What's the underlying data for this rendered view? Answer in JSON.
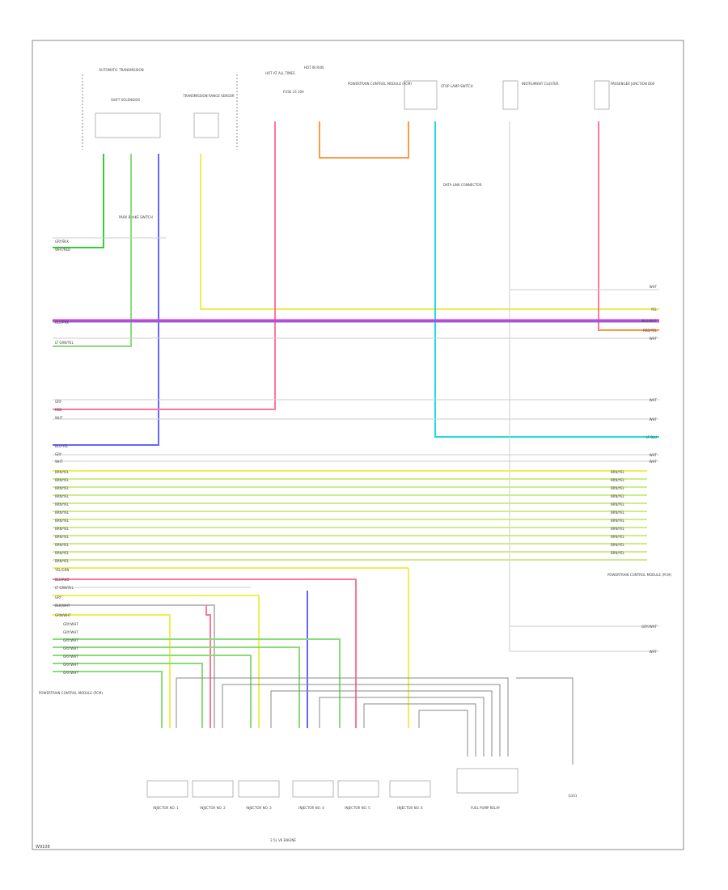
{
  "page_id": "W9108",
  "colors": {
    "frame": "#888888",
    "text": "#444444",
    "green": "#33cc33",
    "light_green": "#88dd77",
    "blue": "#6666ff",
    "yellow": "#eeee55",
    "pink": "#ff7799",
    "orange": "#ff9944",
    "cyan": "#22dddd",
    "purple": "#cc44cc",
    "grey": "#cccccc",
    "yellow_green": "#ccee88"
  },
  "top_components": {
    "automatic_transmission": "AUTOMATIC TRANSMISSION",
    "shift_solenoid_a": "SHIFT SOLENOIDS",
    "range_sensor": "TRANSMISSION RANGE SENSOR",
    "hot_at_all_times": "HOT AT ALL TIMES",
    "hot_in_run": "HOT IN RUN",
    "fuse_block": "FUSE 23 10A",
    "powertrain_control": "POWERTRAIN CONTROL MODULE (PCM)",
    "stop_lamp_switch": "STOP LAMP SWITCH",
    "instrument_cluster": "INSTRUMENT CLUSTER",
    "passenger_junction": "PASSENGER JUNCTION BOX",
    "data_link": "DATA LINK CONNECTOR",
    "park_brake": "PARK BRAKE SWITCH"
  },
  "left_wire_labels": [
    "GRY/BLK",
    "WHT/RED",
    "BLU/PNK",
    "LT GRN/YEL",
    "GRY",
    "RED",
    "WHT",
    "BLU/YEL",
    "GRY",
    "WHT",
    "BRN/YEL",
    "BRN/YEL",
    "BRN/YEL",
    "BRN/YEL",
    "BRN/YEL",
    "BRN/YEL",
    "BRN/YEL",
    "BRN/YEL",
    "BRN/YEL",
    "BRN/YEL",
    "BRN/YEL",
    "BRN/YEL",
    "YEL/GRN",
    "BLU/RED",
    "LT GRN/YEL",
    "GRY",
    "BLK/WHT",
    "GRN/WHT",
    "GRY/WHT",
    "GRY/WHT",
    "GRY/WHT",
    "GRY/WHT",
    "GRY/WHT",
    "GRY/WHT",
    "GRY/WHT"
  ],
  "right_wire_labels": [
    "WHT",
    "YEL",
    "BLU/WHT",
    "RED/YEL",
    "WHT",
    "WHT",
    "WHT",
    "LT BLU",
    "WHT",
    "WHT",
    "BRN/YEL",
    "BRN/YEL",
    "BRN/YEL",
    "BRN/YEL",
    "BRN/YEL",
    "BRN/YEL",
    "BRN/YEL",
    "BRN/YEL",
    "BRN/YEL",
    "BRN/YEL",
    "BRN/YEL",
    "GRY/WHT",
    "WHT"
  ],
  "injector_labels": [
    "INJECTOR NO. 1",
    "INJECTOR NO. 2",
    "INJECTOR NO. 3",
    "INJECTOR NO. 4",
    "INJECTOR NO. 5",
    "INJECTOR NO. 6"
  ],
  "side_labels": {
    "pcm_left": "POWERTRAIN CONTROL MODULE (PCM)",
    "pcm_right": "POWERTRAIN CONTROL MODULE (PCM)",
    "injector_right": "FUEL PUMP RELAY",
    "ground": "G101",
    "bottom_center": "2.5L V6 ENGINE"
  }
}
